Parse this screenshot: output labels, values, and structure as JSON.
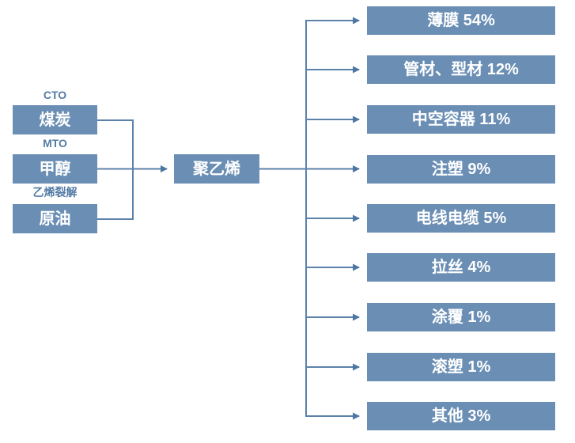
{
  "colors": {
    "background": "#FFFFFF",
    "box_fill": "#6A8EB4",
    "box_text": "#FFFFFF",
    "connector_line": "#5C82AA",
    "arrowhead": "#4E76A2",
    "process_label_text": "#547CA6"
  },
  "sources": [
    {
      "process": "CTO",
      "label": "煤炭"
    },
    {
      "process": "MTO",
      "label": "甲醇"
    },
    {
      "process": "乙烯裂解",
      "label": "原油"
    }
  ],
  "product": {
    "label": "聚乙烯"
  },
  "outputs": [
    {
      "label": "薄膜",
      "percent": "54%",
      "text": "薄膜 54%"
    },
    {
      "label": "管材、型材",
      "percent": "12%",
      "text": "管材、型材 12%"
    },
    {
      "label": "中空容器",
      "percent": "11%",
      "text": "中空容器 11%"
    },
    {
      "label": "注塑",
      "percent": "9%",
      "text": "注塑 9%"
    },
    {
      "label": "电线电缆",
      "percent": "5%",
      "text": "电线电缆 5%"
    },
    {
      "label": "拉丝",
      "percent": "4%",
      "text": "拉丝 4%"
    },
    {
      "label": "涂覆",
      "percent": "1%",
      "text": "涂覆 1%"
    },
    {
      "label": "滚塑",
      "percent": "1%",
      "text": "滚塑 1%"
    },
    {
      "label": "其他",
      "percent": "3%",
      "text": "其他 3%"
    }
  ]
}
